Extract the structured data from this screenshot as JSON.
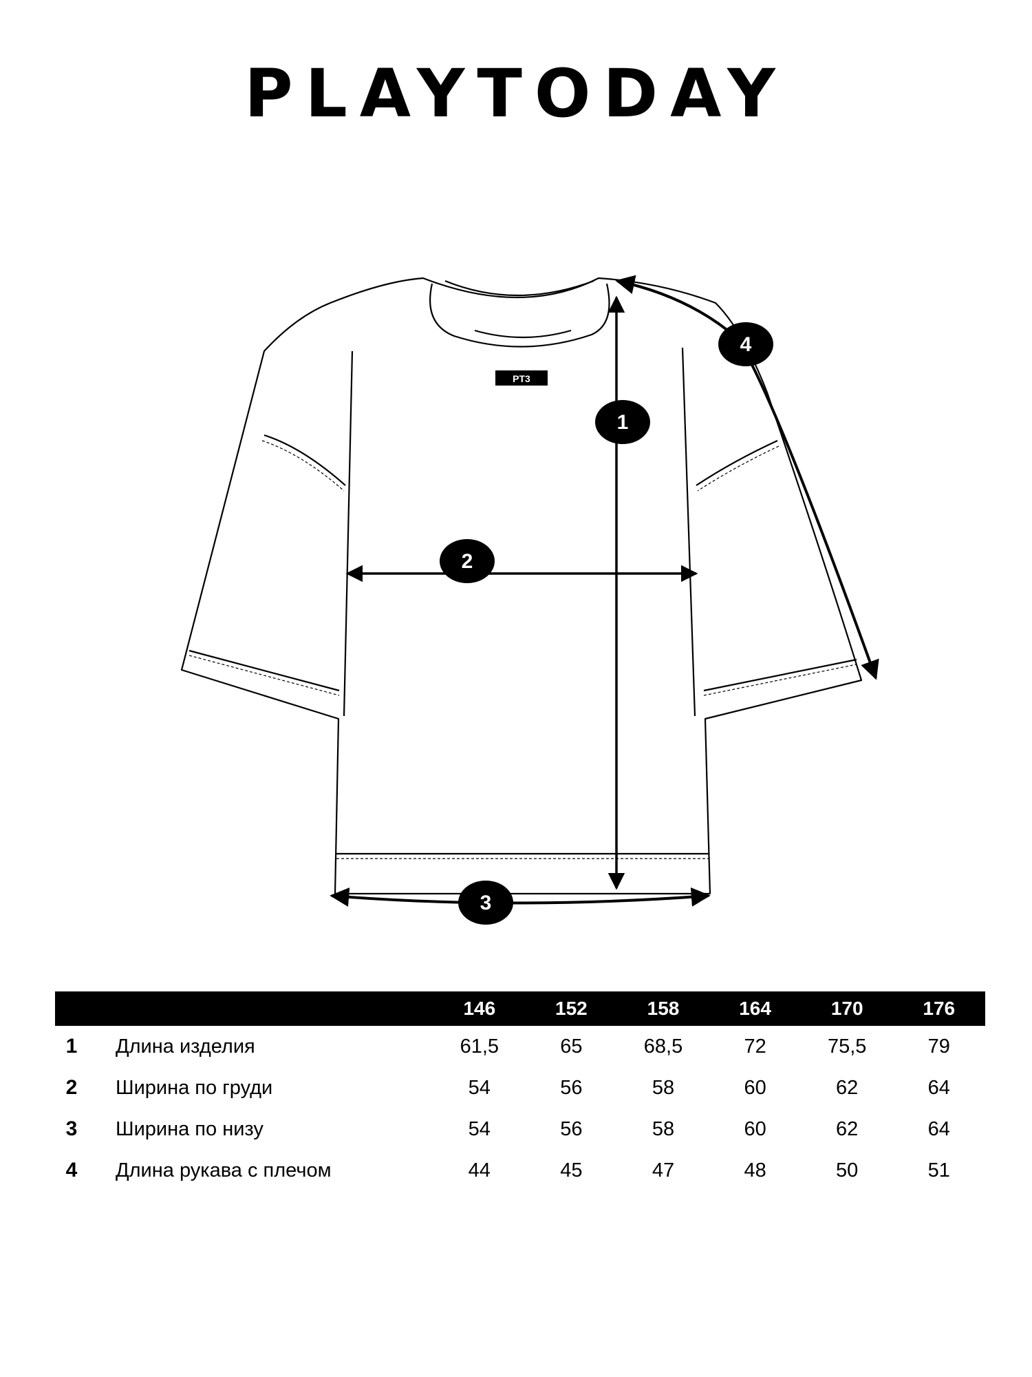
{
  "brand": "PLAYTODAY",
  "label_text": "PT3",
  "measure_badges": [
    "1",
    "2",
    "3",
    "4"
  ],
  "table": {
    "sizes": [
      "146",
      "152",
      "158",
      "164",
      "170",
      "176"
    ],
    "rows": [
      {
        "num": "1",
        "name": "Длина изделия",
        "values": [
          "61,5",
          "65",
          "68,5",
          "72",
          "75,5",
          "79"
        ]
      },
      {
        "num": "2",
        "name": "Ширина по груди",
        "values": [
          "54",
          "56",
          "58",
          "60",
          "62",
          "64"
        ]
      },
      {
        "num": "3",
        "name": "Ширина по низу",
        "values": [
          "54",
          "56",
          "58",
          "60",
          "62",
          "64"
        ]
      },
      {
        "num": "4",
        "name": "Длина рукава с плечом",
        "values": [
          "44",
          "45",
          "47",
          "48",
          "50",
          "51"
        ]
      }
    ]
  }
}
